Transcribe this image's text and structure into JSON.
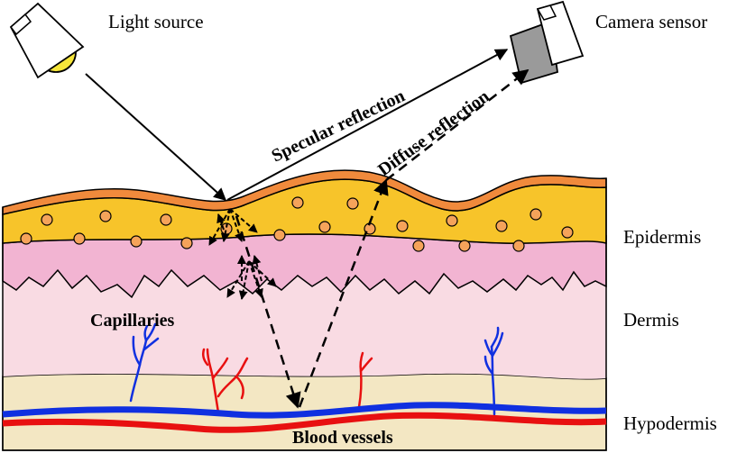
{
  "labels": {
    "light_source": "Light source",
    "camera_sensor": "Camera sensor",
    "specular_reflection": "Specular reflection",
    "diffuse_reflection": "Diffuse reflection",
    "epidermis": "Epidermis",
    "dermis": "Dermis",
    "hypodermis": "Hypodermis",
    "capillaries": "Capillaries",
    "blood_vessels": "Blood vessels"
  },
  "colors": {
    "epidermis_top": "#f08a3c",
    "epidermis": "#f7c42a",
    "cells": "#f5a35a",
    "dermis_upper": "#f2b4d2",
    "dermis": "#f9dbe3",
    "hypodermis": "#f3e7c3",
    "vein": "#1030e0",
    "artery": "#e81010",
    "light_bulb": "#f6e63a",
    "camera_lens": "#9a9a9a"
  }
}
